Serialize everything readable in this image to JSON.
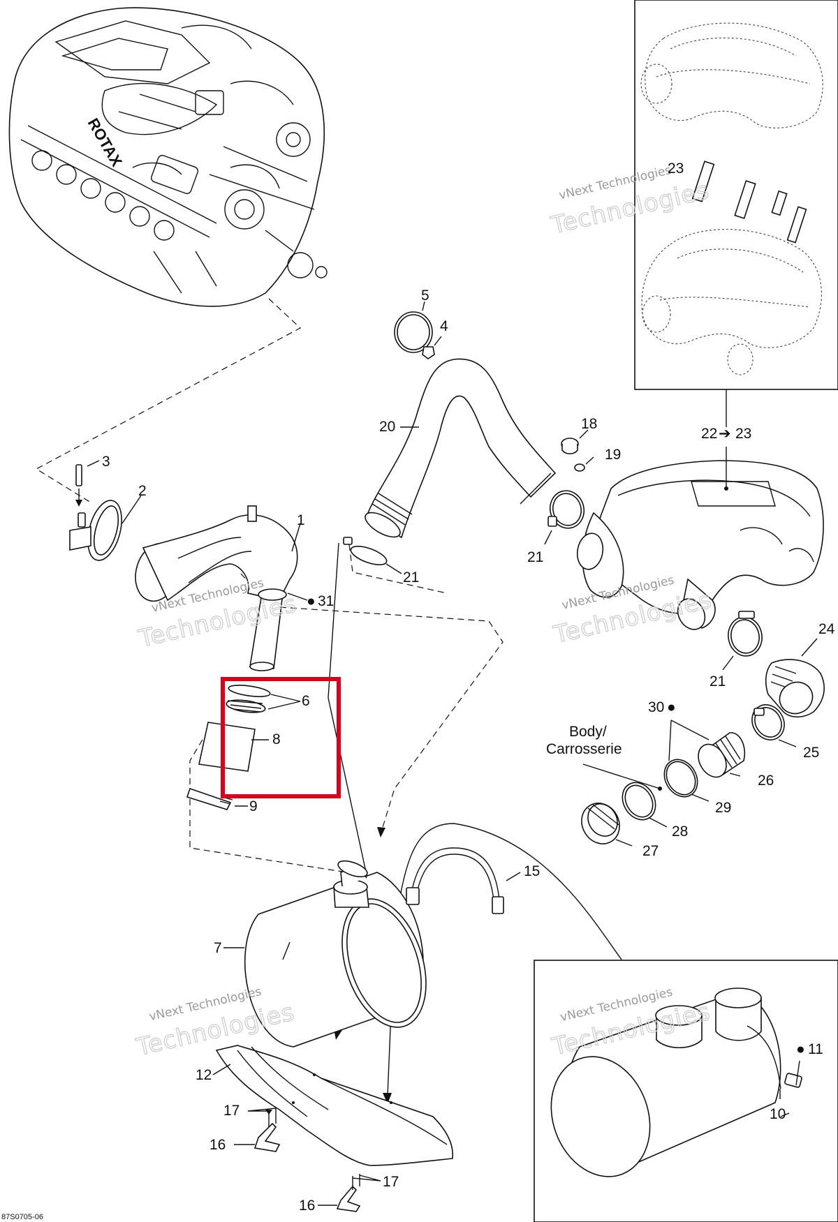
{
  "watermark": {
    "line1": "vNext Technologies",
    "line2": "Technologies"
  },
  "callouts": {
    "c1": "1",
    "c2": "2",
    "c3": "3",
    "c4": "4",
    "c5": "5",
    "c6": "6",
    "c7": "7",
    "c8": "8",
    "c9": "9",
    "c10": "10",
    "c11": "11",
    "c12": "12",
    "c15": "15",
    "c16a": "16",
    "c16b": "16",
    "c17a": "17",
    "c17b": "17",
    "c18": "18",
    "c19": "19",
    "c20": "20",
    "c21a": "21",
    "c21b": "21",
    "c21c": "21",
    "c22": "22",
    "c23a": "23",
    "c23b": "23",
    "c24": "24",
    "c25": "25",
    "c26": "26",
    "c27": "27",
    "c28": "28",
    "c29": "29",
    "c30": "30",
    "c31": "31"
  },
  "body_label": {
    "line1": "Body/",
    "line2": "Carrosserie"
  },
  "drawing_code": "87S0705-06",
  "highlight_color": "#d9001b"
}
